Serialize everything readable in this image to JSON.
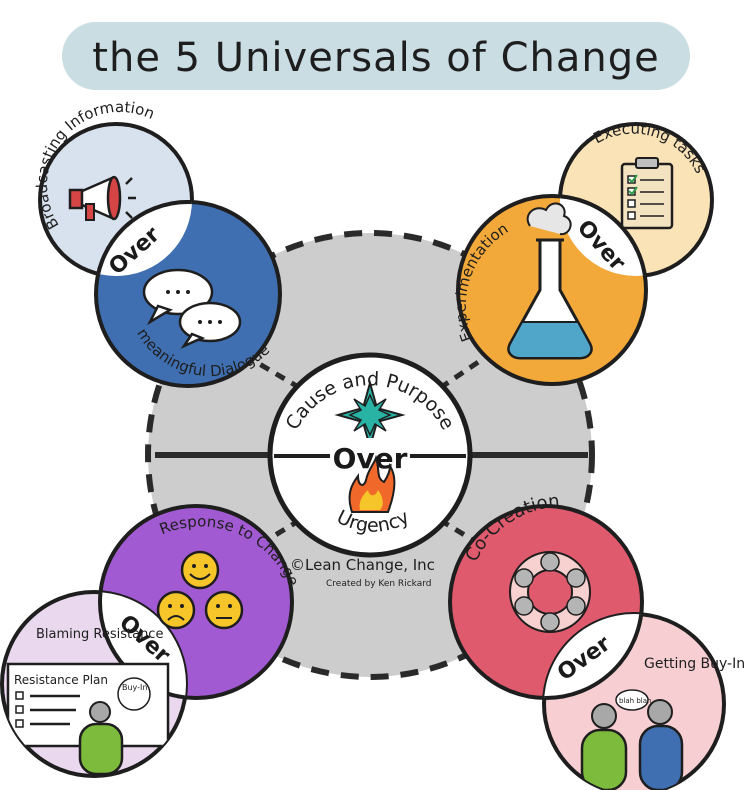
{
  "title": "the 5 Universals of Change",
  "center": {
    "top": "Cause and Purpose",
    "over": "Over",
    "bottom": "Urgency"
  },
  "tl": {
    "top": "Broadcasting Information",
    "over": "Over",
    "bottom": "meaningful Dialogue"
  },
  "tr": {
    "top": "Executing tasks",
    "over": "Over",
    "bottom": "Experimentation"
  },
  "bl": {
    "top": "Response to Change",
    "over": "Over",
    "bottom": "Blaming Resistance",
    "plan": "Resistance Plan",
    "bubble": "Buy-In"
  },
  "br": {
    "top": "Co-Creation",
    "over": "Over",
    "bottom": "Getting Buy-In",
    "bubble": "blah blah"
  },
  "credit": "©Lean Change, Inc",
  "created_by": "Created by Ken Rickard",
  "colors": {
    "title_bg": "#c9dde3",
    "hub": "#cdcdcd",
    "blue": "#3f6fb0",
    "blue_light": "#d8e1ee",
    "orange": "#f2a93a",
    "cream": "#fbe3b8",
    "purple": "#a25ad2",
    "lavender": "#e9d8ee",
    "red": "#e05a6e",
    "pink": "#f7cfd3",
    "yellow": "#f6c52a",
    "teal": "#29b3a4",
    "flask": "#4fa6c9",
    "green": "#7dbb3c"
  }
}
